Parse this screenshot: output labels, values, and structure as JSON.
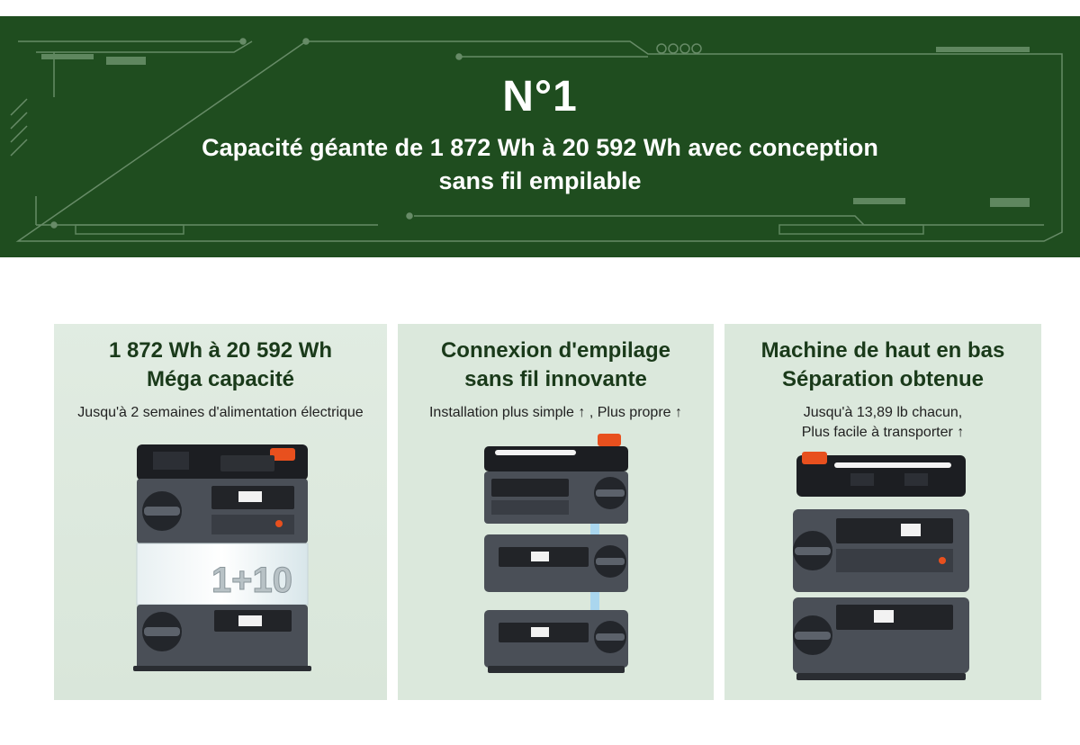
{
  "banner": {
    "rank": "N°1",
    "headline_line1": "Capacité géante de 1 872 Wh à 20 592 Wh avec conception",
    "headline_line2": "sans fil empilable",
    "bg_color": "#1f4d1f"
  },
  "cards": [
    {
      "title_line1": "1 872 Wh à 20 592 Wh",
      "title_line2": "Méga capacité",
      "sub_line1": "Jusqu'à 2 semaines d'alimentation électrique",
      "sub_line2": "",
      "overlay_text": "1+10"
    },
    {
      "title_line1": "Connexion d'empilage",
      "title_line2": "sans fil innovante",
      "sub_line1": "Installation plus simple ↑ ,  Plus propre ↑",
      "sub_line2": ""
    },
    {
      "title_line1": "Machine de haut en bas",
      "title_line2": "Séparation obtenue",
      "sub_line1": "Jusqu'à 13,89 lb chacun,",
      "sub_line2": "Plus facile à transporter ↑"
    }
  ],
  "colors": {
    "card_bg": "#dbe8dc",
    "accent_orange": "#e8501e",
    "unit_gray": "#4a4f57"
  }
}
